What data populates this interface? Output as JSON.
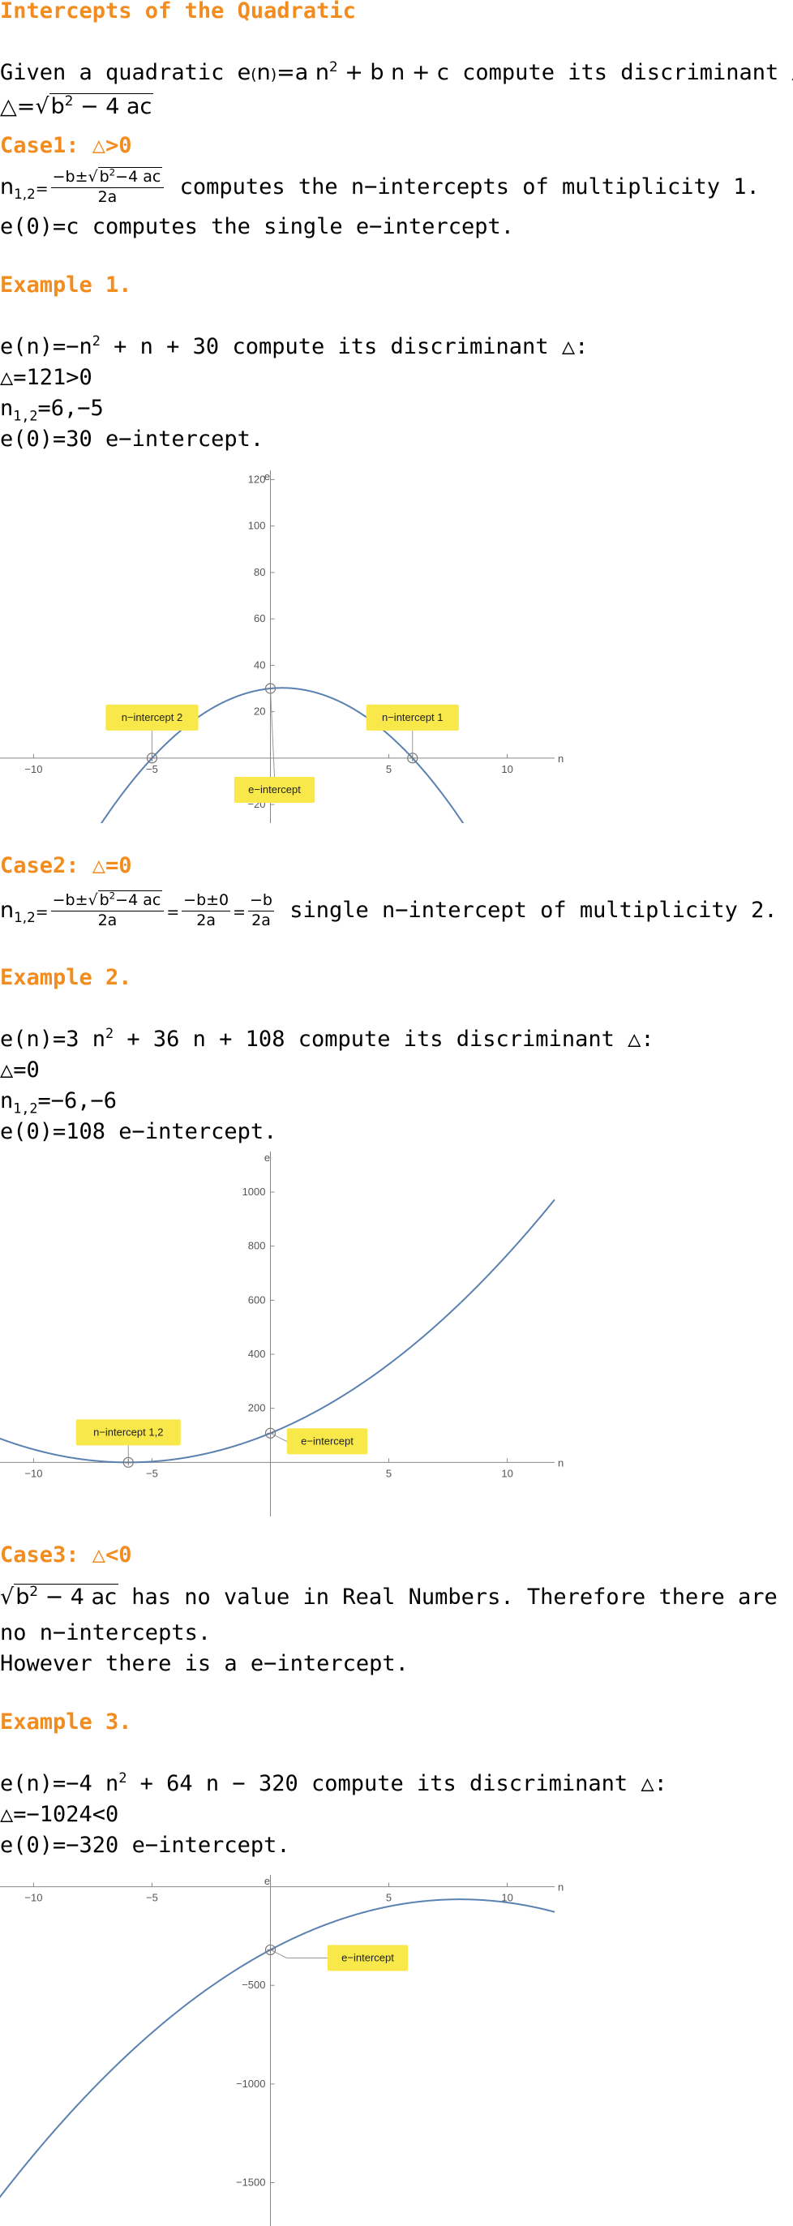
{
  "title": "Intercepts of the Quadratic",
  "intro": {
    "given": "Given a quadratic",
    "fn_name": "e",
    "var": "n",
    "quad": "=a n",
    "quad_tail": " + b n + c",
    "compute": " compute its discriminant △:",
    "disc_lhs": "△=",
    "disc_rad": "b",
    "disc_rad_tail": " − 4 ac",
    "sq": "2"
  },
  "case1": {
    "header": "Case1: △>0",
    "n12": "n",
    "n12_sub": "1,2",
    "n12_eq": "=",
    "num": "−b±",
    "rad": "b",
    "rad_tail": "−4 ac",
    "den": "2a",
    "text": " computes the n−intercepts of multiplicity 1.",
    "e0": "e(0)=c",
    "e0_text": " computes the single e−intercept."
  },
  "example1": {
    "header": "Example 1.",
    "fn": "e(n)=−n",
    "fn_tail": " + n + 30",
    "compute": " compute its discriminant △:",
    "disc": "△=121>0",
    "n12": "n",
    "n12_sub": "1,2",
    "n12_val": "=6,−5",
    "e0": "e(0)=30",
    "e0_text": " e−intercept."
  },
  "case2": {
    "header": "Case2: △=0",
    "n12": "n",
    "n12_sub": "1,2",
    "eq": "=",
    "num1": "−b±",
    "rad": "b",
    "rad_tail": "−4 ac",
    "den1": "2a",
    "num2": "−b±0",
    "den2": "2a",
    "num3": "−b",
    "den3": "2a",
    "text": " single n−intercept of multiplicity 2."
  },
  "example2": {
    "header": "Example 2.",
    "fn": "e(n)=3 n",
    "fn_tail": " + 36 n + 108",
    "compute": " compute its discriminant △:",
    "disc": "△=0",
    "n12": "n",
    "n12_sub": "1,2",
    "n12_val": "=−6,−6",
    "e0": "e(0)=108",
    "e0_text": " e−intercept."
  },
  "case3": {
    "header": "Case3: △<0",
    "rad": "b",
    "rad_tail": " − 4 ac",
    "text1": " has no value in Real Numbers. Therefore there are",
    "text2": "no n−intercepts.",
    "text3": "However there is a e−intercept."
  },
  "example3": {
    "header": "Example 3.",
    "fn": "e(n)=−4 n",
    "fn_tail": " + 64 n − 320",
    "compute": " compute its discriminant △:",
    "disc": "△=−1024<0",
    "e0": "e(0)=−320",
    "e0_text": " e−intercept."
  },
  "chart_data": [
    {
      "type": "line",
      "function": "e(n) = -n^2 + n + 30",
      "coefficients": {
        "a": -1,
        "b": 1,
        "c": 30
      },
      "xlim": [
        -12,
        12
      ],
      "ylim": [
        -28,
        124
      ],
      "xlabel": "n",
      "ylabel": "e",
      "xticks": [
        -10,
        -5,
        5,
        10
      ],
      "yticks": [
        -20,
        20,
        40,
        60,
        80,
        100,
        120
      ],
      "series_color": "#5a81b0",
      "label_color": "#f8e84a",
      "points": [
        {
          "x": 6,
          "y": 0
        },
        {
          "x": -5,
          "y": 0
        },
        {
          "x": 0,
          "y": 30
        }
      ],
      "annotations": [
        {
          "text": "n−intercept 1",
          "x": 6,
          "y": 0
        },
        {
          "text": "n−intercept 2",
          "x": -5,
          "y": 0
        },
        {
          "text": "e−intercept",
          "x": 0,
          "y": 30
        }
      ]
    },
    {
      "type": "line",
      "function": "e(n) = 3n^2 + 36n + 108",
      "coefficients": {
        "a": 3,
        "b": 36,
        "c": 108
      },
      "xlim": [
        -12,
        12
      ],
      "ylim": [
        -200,
        1150
      ],
      "xlabel": "n",
      "ylabel": "e",
      "xticks": [
        -10,
        -5,
        5,
        10
      ],
      "yticks": [
        200,
        400,
        600,
        800,
        1000
      ],
      "series_color": "#5a81b0",
      "label_color": "#f8e84a",
      "points": [
        {
          "x": -6,
          "y": 0
        },
        {
          "x": 0,
          "y": 108
        }
      ],
      "annotations": [
        {
          "text": "n−intercept 1,2",
          "x": -6,
          "y": 0
        },
        {
          "text": "e−intercept",
          "x": 0,
          "y": 108
        }
      ]
    },
    {
      "type": "line",
      "function": "e(n) = -4n^2 + 64n - 320",
      "coefficients": {
        "a": -4,
        "b": 64,
        "c": -320
      },
      "xlim": [
        -12,
        12
      ],
      "ylim": [
        -1720,
        60
      ],
      "xlabel": "n",
      "ylabel": "e",
      "xticks": [
        -10,
        -5,
        5,
        10
      ],
      "yticks": [
        -500,
        -1000,
        -1500
      ],
      "series_color": "#5a81b0",
      "label_color": "#f8e84a",
      "points": [
        {
          "x": 0,
          "y": -320
        }
      ],
      "annotations": [
        {
          "text": "e−intercept",
          "x": 0,
          "y": -320
        }
      ]
    }
  ]
}
